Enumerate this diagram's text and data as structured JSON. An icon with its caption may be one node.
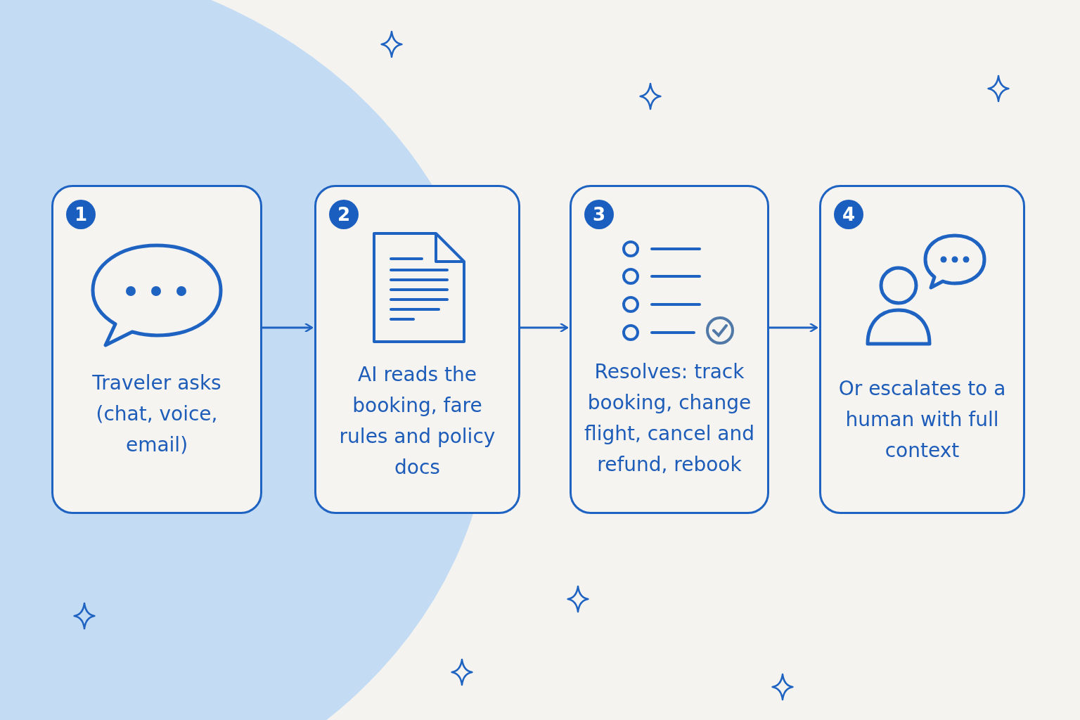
{
  "diagram": {
    "nodes": [
      {
        "text": [
          "1",
          "Traveler asks (chat, voice, email)"
        ]
      },
      {
        "text": [
          "2",
          "AI reads the booking, fare rules and policy docs"
        ]
      },
      {
        "text": [
          "3",
          "Resolves: track booking, change flight, cancel and refund, rebook"
        ]
      },
      {
        "text": [
          "4",
          "Or escalates to a human with full context"
        ]
      }
    ],
    "edges": [
      {
        "from": 0,
        "to": 1,
        "arrow": "to"
      },
      {
        "from": 1,
        "to": 2,
        "arrow": "to"
      },
      {
        "from": 2,
        "to": 3,
        "arrow": "to"
      }
    ]
  }
}
